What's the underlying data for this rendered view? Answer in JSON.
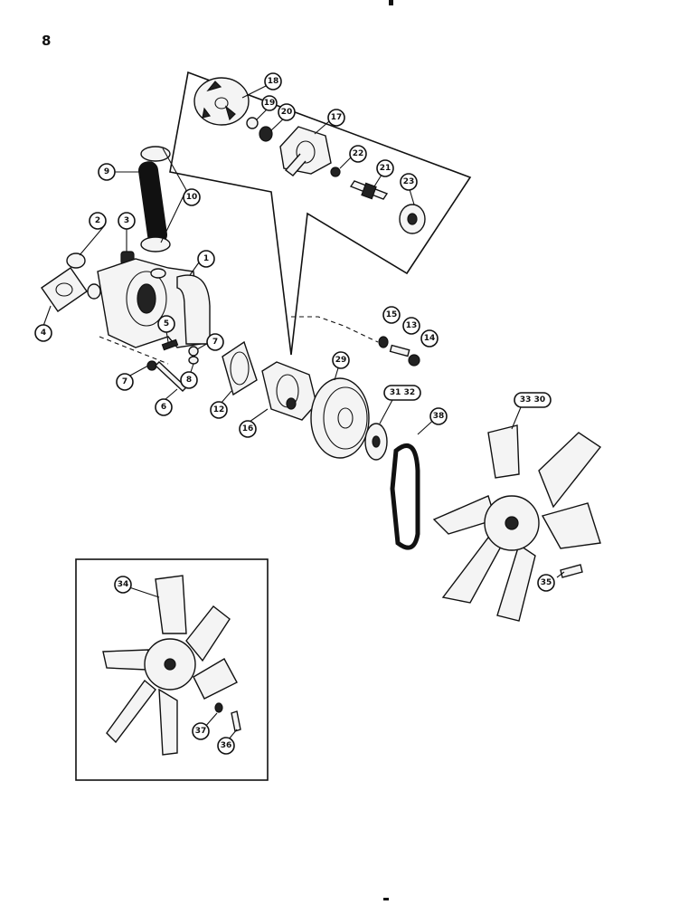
{
  "page": {
    "number": "8"
  },
  "callouts": {
    "c1": "1",
    "c2": "2",
    "c3": "3",
    "c4": "4",
    "c5": "5",
    "c6": "6",
    "c7a": "7",
    "c7b": "7",
    "c8": "8",
    "c9": "9",
    "c10": "10",
    "c12": "12",
    "c13": "13",
    "c14": "14",
    "c15": "15",
    "c16": "16",
    "c17": "17",
    "c18": "18",
    "c19": "19",
    "c20": "20",
    "c21": "21",
    "c22": "22",
    "c23": "23",
    "c29": "29",
    "c3132": "31 32",
    "c3330": "33 30",
    "c34": "34",
    "c35": "35",
    "c36": "36",
    "c37": "37",
    "c38": "38"
  }
}
